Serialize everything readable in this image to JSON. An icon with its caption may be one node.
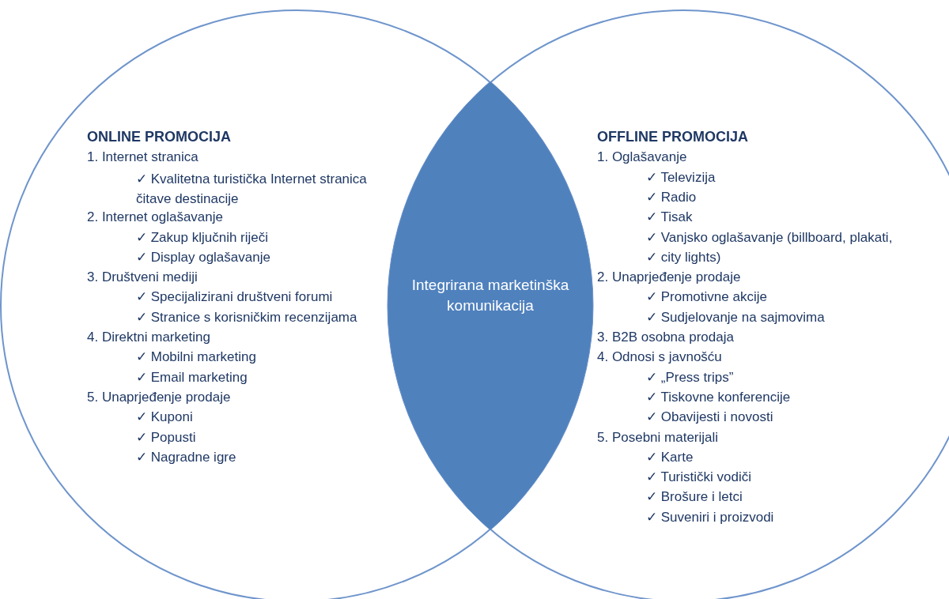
{
  "diagram": {
    "nodes": [
      {
        "text": [
          "ONLINE PROMOCIJA",
          "1. Internet stranica",
          "✓ Kvalitetna turistička Internet stranica čitave destinacije",
          "2. Internet oglašavanje",
          "✓ Zakup ključnih riječi",
          "✓ Display oglašavanje",
          "3. Društveni mediji",
          "✓ Specijalizirani društveni forumi",
          "✓ Stranice s korisničkim recenzijama",
          "4. Direktni marketing",
          "✓ Mobilni marketing",
          "✓ Email marketing",
          "5. Unaprjeđenje prodaje",
          "✓ Kuponi",
          "✓ Popusti",
          "✓ Nagradne igre"
        ]
      },
      {
        "text": [
          "OFFLINE PROMOCIJA",
          "1. Oglašavanje",
          "✓ Televizija",
          "✓ Radio",
          "✓ Tisak",
          "✓ Vanjsko oglašavanje (billboard, plakati,",
          "✓ city lights)",
          "2. Unaprjeđenje prodaje",
          "✓ Promotivne akcije",
          "✓ Sudjelovanje na sajmovima",
          "3. B2B osobna prodaja",
          "4. Odnosi s javnošću",
          "✓ „Press trips”",
          "✓ Tiskovne konferencije",
          "✓ Obavijesti i novosti",
          "5. Posebni materijali",
          "✓ Karte",
          "✓ Turistički vodiči",
          "✓ Brošure i letci",
          "✓ Suveniri i proizvodi"
        ]
      },
      {
        "text": [
          "Integrirana marketinška komunikacija"
        ]
      }
    ]
  }
}
